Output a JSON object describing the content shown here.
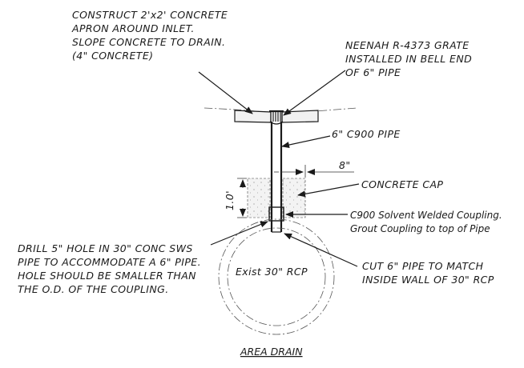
{
  "labels": {
    "apron": [
      "CONSTRUCT 2'x2' CONCRETE",
      "APRON AROUND INLET.",
      "SLOPE CONCRETE TO DRAIN.",
      "(4\" CONCRETE)"
    ],
    "grate": [
      "NEENAH R-4373 GRATE",
      "INSTALLED IN BELL END",
      "OF 6\" PIPE"
    ],
    "pipe": "6\" C900 PIPE",
    "cap_width": "8\"",
    "cap": "CONCRETE CAP",
    "cap_height": "1.0'",
    "coupling": [
      "C900 Solvent Welded Coupling.",
      "Grout Coupling to top of Pipe"
    ],
    "drill": [
      "DRILL 5\" HOLE IN 30\" CONC SWS",
      "PIPE TO ACCOMMODATE A 6\" PIPE.",
      "HOLE SHOULD BE SMALLER THAN",
      "THE O.D. OF THE COUPLING."
    ],
    "rcp": "Exist 30\" RCP",
    "cut": [
      "CUT 6\" PIPE TO MATCH",
      "INSIDE WALL OF 30\" RCP"
    ],
    "title": "AREA DRAIN"
  },
  "colors": {
    "ink": "#1a1a1a",
    "concrete_fill": "#f1f1f1"
  }
}
